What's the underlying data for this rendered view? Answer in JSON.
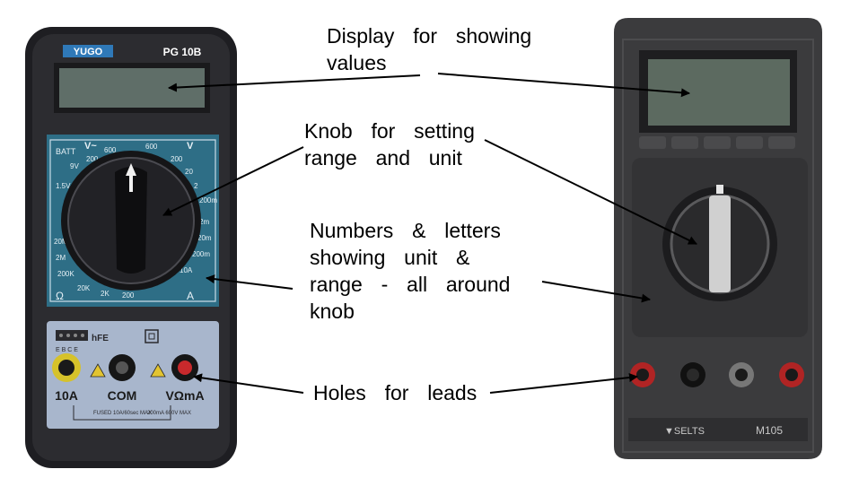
{
  "left_meter": {
    "brand": "YUGO",
    "model": "PG 10B",
    "panel_labels": [
      "BATT",
      "1.5V",
      "9V",
      "V~",
      "200",
      "600",
      "V",
      "600",
      "200",
      "20",
      "2",
      "200m",
      "20M",
      "2M",
      "200K",
      "20K",
      "2K",
      "200",
      "10A",
      "200m",
      "20m",
      "2m",
      "Ω",
      "A"
    ],
    "hfe_label": "hFE",
    "ebce_label": "E B C E",
    "jacks": [
      "10A",
      "COM",
      "VΩmA"
    ],
    "fuse_left": "FUSED 10A/60sec MAX",
    "fuse_right": "200mA 600V MAX"
  },
  "right_meter": {
    "brand": "▼SELTS",
    "model": "M105"
  },
  "annotations": {
    "display_line1": "Display  for  showing",
    "display_line2": "values",
    "knob_line1": "Knob  for  setting",
    "knob_line2": "range  and  unit",
    "numbers_line1": "Numbers  &  letters",
    "numbers_line2": "showing  unit  &",
    "numbers_line3": "range  -  all  around",
    "numbers_line4": "knob",
    "holes": "Holes  for  leads"
  },
  "colors": {
    "left_body": "#2a2a2e",
    "left_panel": "#2e6e86",
    "right_body": "#3a3a3a",
    "display": "#5f6e68"
  }
}
